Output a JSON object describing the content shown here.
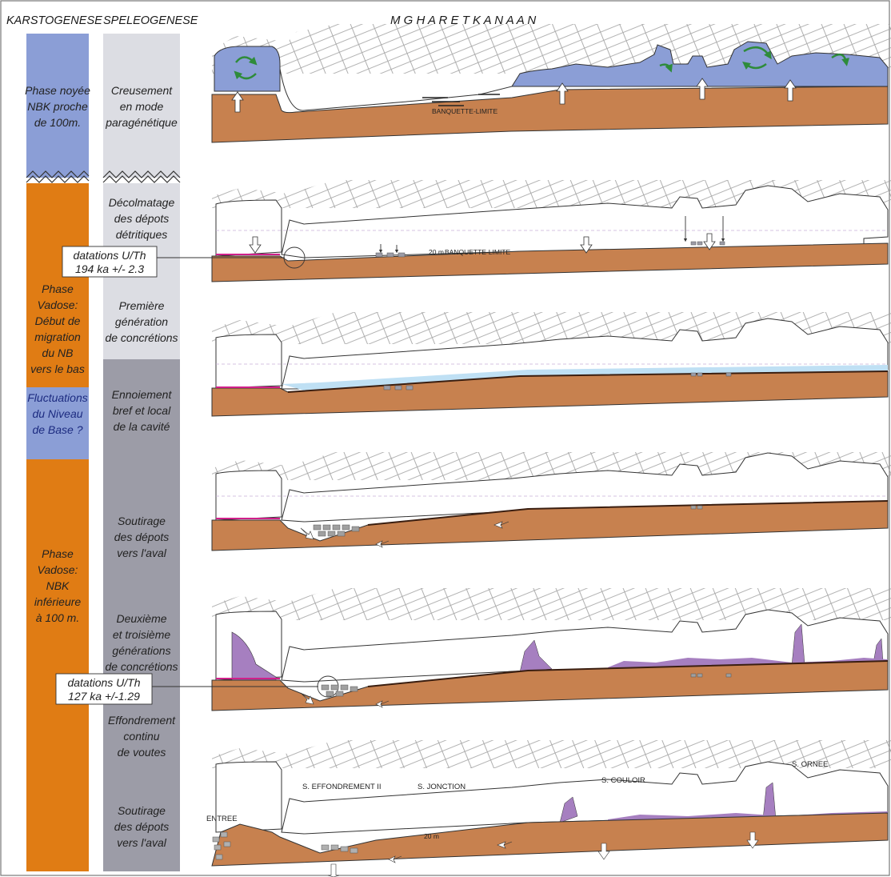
{
  "header": {
    "col1": "KARSTOGENESE",
    "col2": "SPELEOGENESE",
    "title": "M G H A R E T   K A N A A N"
  },
  "karst_column": {
    "phase1": [
      "Phase noyée",
      "NBK proche",
      "de 100m."
    ],
    "phase2": [
      "Phase",
      "Vadose:",
      "Début de",
      "migration",
      "du NB",
      "vers le bas"
    ],
    "fluctuation": [
      "Fluctuations",
      "du Niveau",
      "de Base ?"
    ],
    "phase3": [
      "Phase",
      "Vadose:",
      "NBK",
      "inférieure",
      "à 100 m."
    ]
  },
  "speleo_column": {
    "s1": [
      "Creusement",
      "en mode",
      "paragénétique"
    ],
    "s2": [
      "Décolmatage",
      "des dépots",
      "détritiques"
    ],
    "s3": [
      "Première",
      "génération",
      "de concrétions"
    ],
    "s4": [
      "Ennoiement",
      "bref et local",
      "de la cavité"
    ],
    "s5": [
      "Soutirage",
      "des dépots",
      "vers l'aval"
    ],
    "s6": [
      "Deuxième",
      "et troisième",
      "générations",
      "de concrétions"
    ],
    "s7": [
      "Effondrement",
      "continu",
      "de voutes"
    ],
    "s8": [
      "Soutirage",
      "des dépots",
      "vers l'aval"
    ]
  },
  "datations": {
    "d1": [
      "datations U/Th",
      "194 ka +/- 2.3"
    ],
    "d2": [
      "datations U/Th",
      "127 ka +/-1.29"
    ]
  },
  "small_labels": {
    "banquette1": "BANQUETTE-LIMITE",
    "banquette2": "BANQUETTE-LIMITE",
    "scale1": "20 m",
    "scale2": "20 m"
  },
  "map_labels": {
    "entree": "ENTREE",
    "effondrement": "S. EFFONDREMENT II",
    "jonction": "S. JONCTION",
    "couloir": "S. COULOIR",
    "ornee": "S. ORNEE"
  },
  "colors": {
    "phreatic_blue": "#8b9ed6",
    "vadose_orange": "#e07c14",
    "sediment_brown": "#c7814f",
    "light_grey": "#dcdde3",
    "mid_grey": "#9c9ca7",
    "light_water": "#bfe0f4",
    "concretion_purple": "#a67fc0",
    "magenta_line": "#d0208a",
    "arrow_green": "#2e8b3a"
  }
}
